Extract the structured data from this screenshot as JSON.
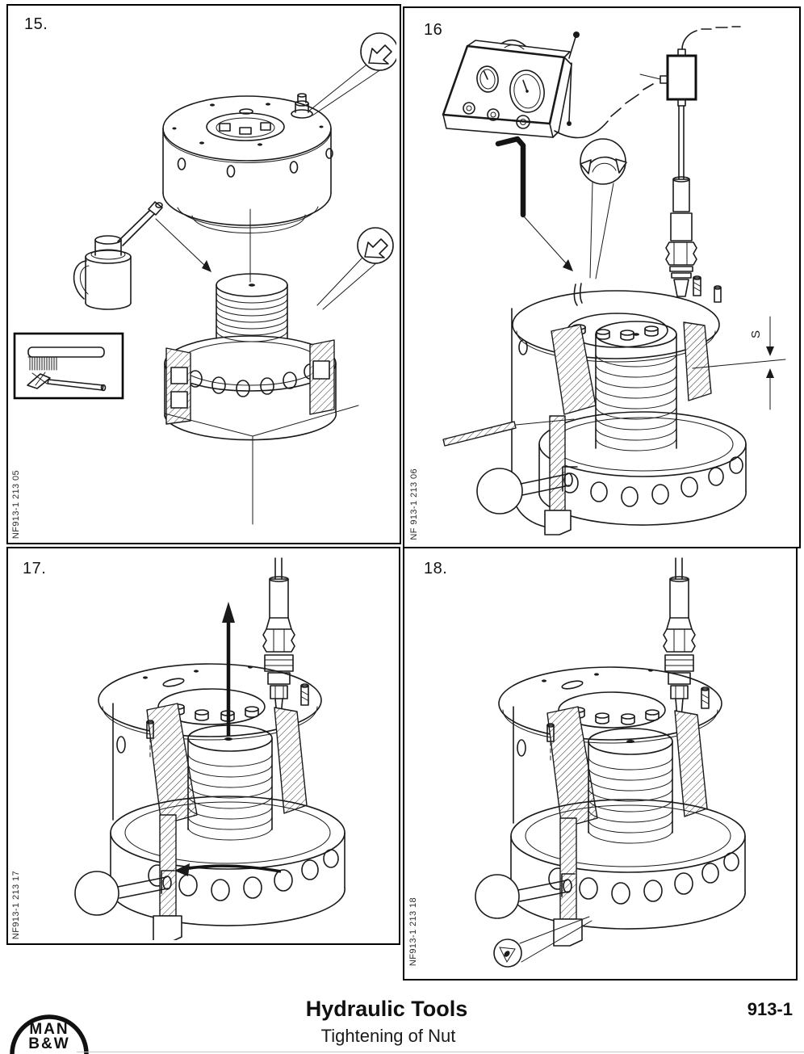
{
  "panels": {
    "p15": {
      "number": "15.",
      "figure_ref": "NF913-1 213 05"
    },
    "p16": {
      "number": "16",
      "figure_ref": "NF 913-1 213 06",
      "dimension_label": "S"
    },
    "p17": {
      "number": "17.",
      "figure_ref": "NF913-1 213 17"
    },
    "p18": {
      "number": "18.",
      "figure_ref": "NF913-1 213 18"
    }
  },
  "icons": {
    "turn_symbol": "block-arrow-down-left-in-circle",
    "rotate_symbol": "double-headed-rotation-arrow-in-circle"
  },
  "footer": {
    "title": "Hydraulic Tools",
    "subtitle": "Tightening of Nut",
    "page_number": "913-1",
    "logo_line1": "MAN",
    "logo_line2": "B&W"
  }
}
